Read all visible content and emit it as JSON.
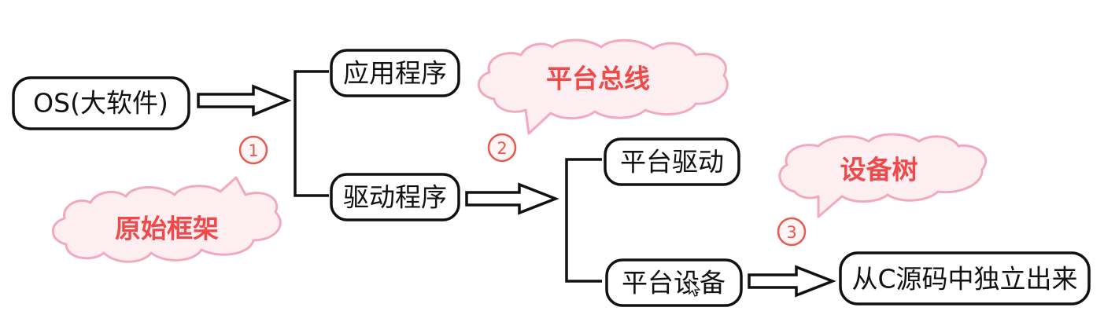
{
  "nodes": {
    "os": "OS(大软件)",
    "app": "应用程序",
    "driver": "驱动程序",
    "platform_driver": "平台驱动",
    "platform_device": "平台设备",
    "standalone": "从C源码中独立出来"
  },
  "clouds": {
    "original_framework": "原始框架",
    "platform_bus": "平台总线",
    "device_tree": "设备树"
  },
  "markers": {
    "step1": "1",
    "step2": "2",
    "step3": "3"
  },
  "colors": {
    "node_border": "#111111",
    "cloud_fill": "#fdeef2",
    "cloud_border": "#f3a9bd",
    "cloud_text": "#ef4a4a",
    "marker": "#e8584d"
  },
  "icons": {
    "cursor": "mouse-pointer-icon"
  }
}
